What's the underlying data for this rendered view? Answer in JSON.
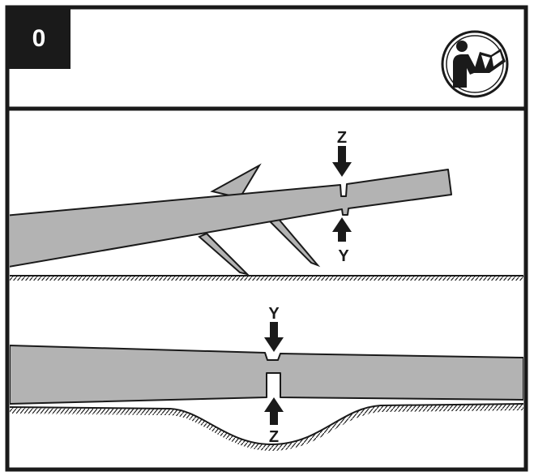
{
  "header": {
    "step_number": "0",
    "manual_icon": "read-manual-icon"
  },
  "upper_scene": {
    "top_cut_label": "Z",
    "bottom_cut_label": "Y"
  },
  "lower_scene": {
    "top_cut_label": "Y",
    "bottom_cut_label": "Z"
  },
  "colors": {
    "outline": "#1a1a1a",
    "log_fill": "#b3b3b3",
    "background": "#ffffff"
  }
}
